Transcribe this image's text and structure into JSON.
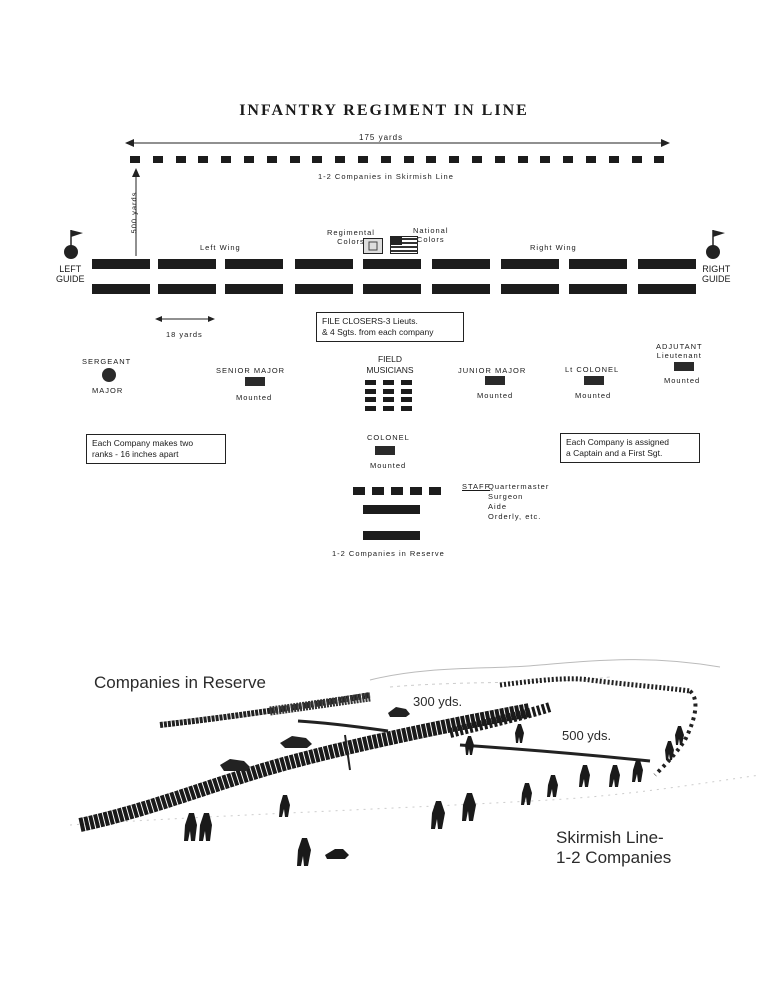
{
  "title": "INFANTRY REGIMENT IN LINE",
  "top_dimension": "175 yards",
  "skirmish_label": "1-2 Companies in Skirmish Line",
  "vertical_dimension": "500 yards",
  "left_guide": [
    "LEFT",
    "GUIDE"
  ],
  "right_guide": [
    "RIGHT",
    "GUIDE"
  ],
  "left_wing": "Left Wing",
  "right_wing": "Right Wing",
  "regimental_colors": [
    "Regimental",
    "Colors"
  ],
  "national_colors": [
    "National",
    "Colors"
  ],
  "company_spacing": "18 yards",
  "file_closers": [
    "FILE CLOSERS-3 Lieuts.",
    "& 4 Sgts. from each company"
  ],
  "sergeant_major": [
    "SERGEANT",
    "MAJOR"
  ],
  "senior_major": "SENIOR MAJOR",
  "field_musicians": [
    "FIELD",
    "MUSICIANS"
  ],
  "junior_major": "JUNIOR MAJOR",
  "lt_colonel": "Lt COLONEL",
  "adjutant": [
    "ADJUTANT",
    "Lieutenant"
  ],
  "mounted": "Mounted",
  "colonel": "COLONEL",
  "note_left": [
    "Each Company makes two",
    "ranks - 16 inches apart"
  ],
  "note_right": [
    "Each Company is assigned",
    "a Captain and a First Sgt."
  ],
  "staff_heading": "STAFF",
  "staff_members": [
    "Quartermaster",
    "Surgeon",
    "Aide",
    "Orderly, etc."
  ],
  "reserve_label": "1-2 Companies in Reserve",
  "illustration": {
    "companies_in_reserve": "Companies in Reserve",
    "yds_300": "300 yds.",
    "yds_500": "500 yds.",
    "skirmish_line": [
      "Skirmish Line-",
      "1-2 Companies"
    ]
  }
}
